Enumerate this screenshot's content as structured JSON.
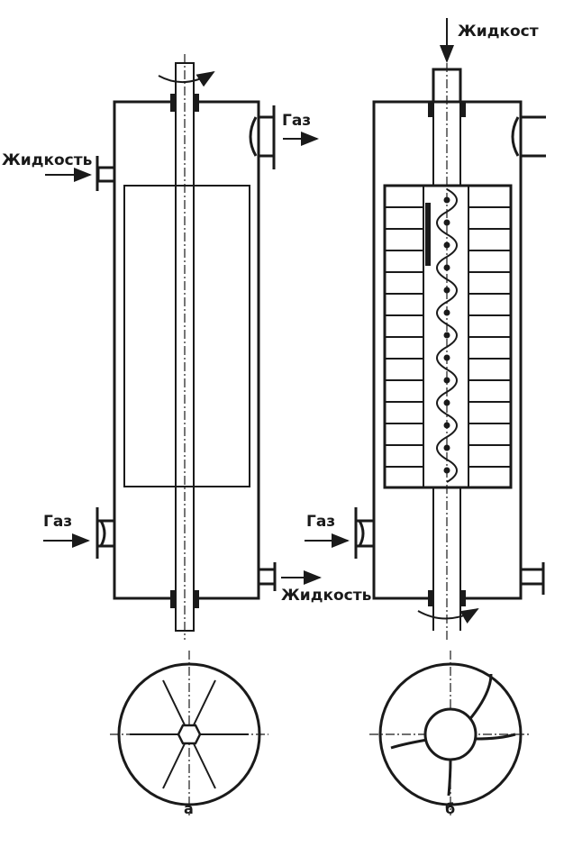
{
  "figure_a": {
    "label": "а",
    "liquid_in": "Жидкость",
    "gas_out": "Газ",
    "gas_in": "Газ",
    "liquid_out": "Жидкость"
  },
  "figure_b": {
    "label": "б",
    "liquid_in": "Жидкост",
    "gas_in": "Газ"
  }
}
